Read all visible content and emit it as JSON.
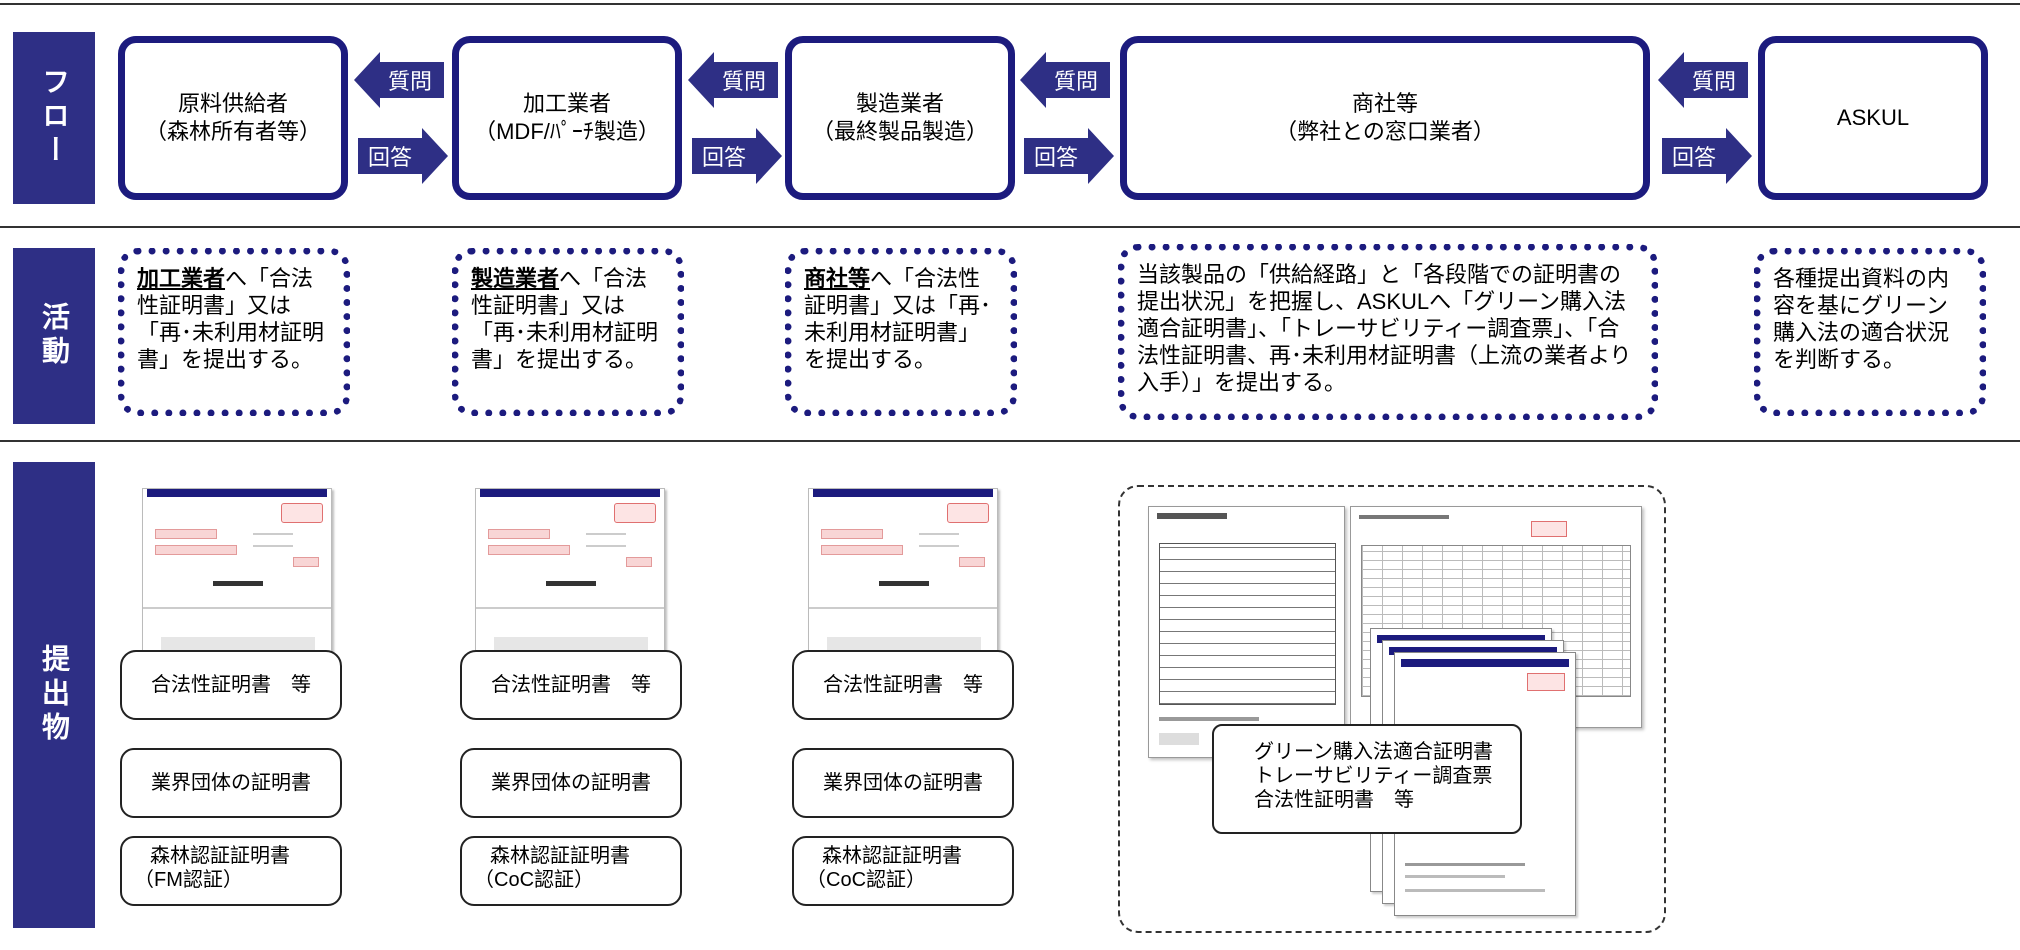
{
  "rows": {
    "flow": "フロー",
    "activity": "活動",
    "submission": "提出物"
  },
  "flow": {
    "boxes": [
      {
        "line1": "原料供給者",
        "line2": "（森林所有者等）"
      },
      {
        "line1": "加工業者",
        "line2": "（MDF/ﾊﾟｰﾁ製造）"
      },
      {
        "line1": "製造業者",
        "line2": "（最終製品製造）"
      },
      {
        "line1": "商社等",
        "line2": "（弊社との窓口業者）"
      },
      {
        "line1": "ASKUL",
        "line2": ""
      }
    ],
    "question_label": "質問",
    "answer_label": "回答"
  },
  "activities": [
    {
      "bold": "加工業者",
      "rest": "へ「合法性証明書」又は「再･未利用材証明書」を提出する。"
    },
    {
      "bold": "製造業者",
      "rest": "へ「合法性証明書」又は「再･未利用材証明書」を提出する。"
    },
    {
      "bold": "商社等",
      "rest": "へ「合法性証明書」又は「再･未利用材証明書」を提出する。"
    },
    {
      "bold": "",
      "rest": "当該製品の「供給経路」と「各段階での証明書の提出状況」を把握し、ASKULへ「グリーン購入法適合証明書」、「トレーサビリティー調査票」、「合法性証明書、再･未利用材証明書（上流の業者より入手）」を提出する。"
    },
    {
      "bold": "",
      "rest": "各種提出資料の内容を基にグリーン購入法の適合状況を判断する。"
    }
  ],
  "submissions": [
    {
      "doc": "合法性証明書　等",
      "industry": "業界団体の証明書",
      "forest1": "森林認証証明書",
      "forest2": "（FM認証）"
    },
    {
      "doc": "合法性証明書　等",
      "industry": "業界団体の証明書",
      "forest1": "森林認証証明書",
      "forest2": "（CoC認証）"
    },
    {
      "doc": "合法性証明書　等",
      "industry": "業界団体の証明書",
      "forest1": "森林認証証明書",
      "forest2": "（CoC認証）"
    }
  ],
  "trader_docs": {
    "line1": "グリーン購入法適合証明書",
    "line2": "トレーサビリティー調査票",
    "line3": "合法性証明書　等"
  },
  "colors": {
    "navy": "#1c1b7e",
    "label_bg": "#2e2f85",
    "arrow": "#2e2f85"
  }
}
